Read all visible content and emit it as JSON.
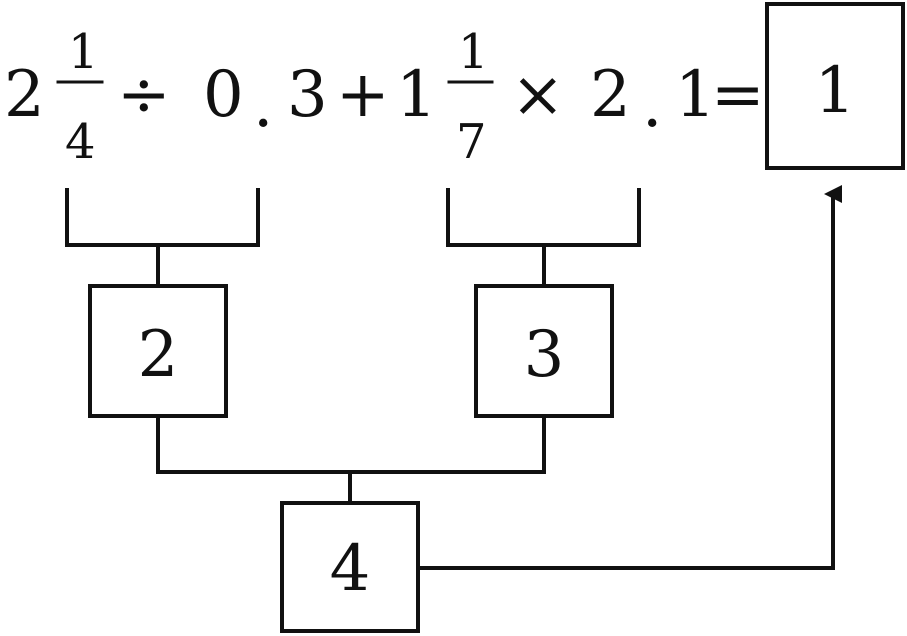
{
  "expression": {
    "mixed_1_whole": "2",
    "mixed_1_numerator": "1",
    "mixed_1_denominator": "4",
    "divide_sign": "÷",
    "decimal_1_int": "0",
    "decimal_1_dot": ".",
    "decimal_1_frac": "3",
    "plus_sign": "+",
    "mixed_2_whole": "1",
    "mixed_2_numerator": "1",
    "mixed_2_denominator": "7",
    "times_sign": "×",
    "decimal_2_int": "2",
    "decimal_2_dot": ".",
    "decimal_2_frac": "1",
    "equals_sign": "="
  },
  "boxes": {
    "result": "1",
    "left_step": "2",
    "right_step": "3",
    "combined_step": "4"
  },
  "colors": {
    "ink": "#111111",
    "background": "#ffffff"
  }
}
